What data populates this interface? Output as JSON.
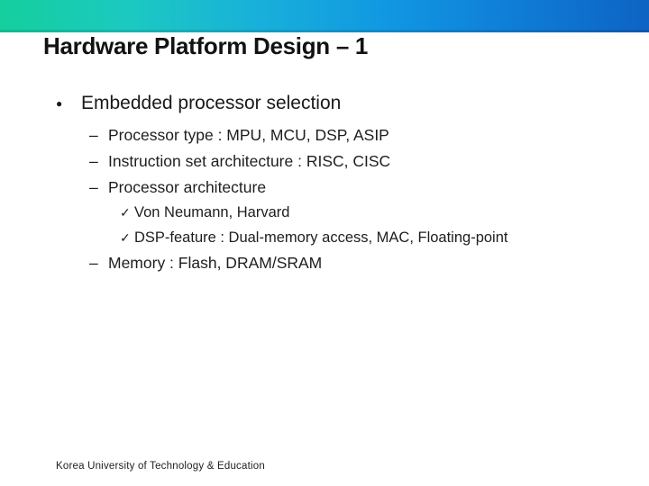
{
  "slide": {
    "title": "Hardware Platform Design – 1",
    "top_bar": {
      "gradient_left": "#14cf9d",
      "gradient_mid": "#1197e2",
      "gradient_right": "#0e63c3"
    },
    "footer": {
      "text": "Korea University of Technology & Education",
      "logo": {
        "name": "university-logo",
        "red": "#e2511f",
        "gray": "#a3a7ab"
      }
    }
  },
  "content": {
    "bullet_glyph": "●",
    "dash_glyph": "–",
    "check_glyph": "✓",
    "items": [
      {
        "level": 1,
        "marker": "bullet",
        "text": "Embedded processor selection"
      },
      {
        "level": 2,
        "marker": "dash",
        "text": "Processor type : MPU, MCU, DSP, ASIP"
      },
      {
        "level": 2,
        "marker": "dash",
        "text": "Instruction set architecture : RISC, CISC"
      },
      {
        "level": 2,
        "marker": "dash",
        "text": "Processor architecture"
      },
      {
        "level": 3,
        "marker": "check",
        "text": "Von Neumann, Harvard"
      },
      {
        "level": 3,
        "marker": "check",
        "text": "DSP-feature : Dual-memory access, MAC, Floating-point"
      },
      {
        "level": 2,
        "marker": "dash",
        "text": "Memory : Flash, DRAM/SRAM"
      }
    ]
  }
}
